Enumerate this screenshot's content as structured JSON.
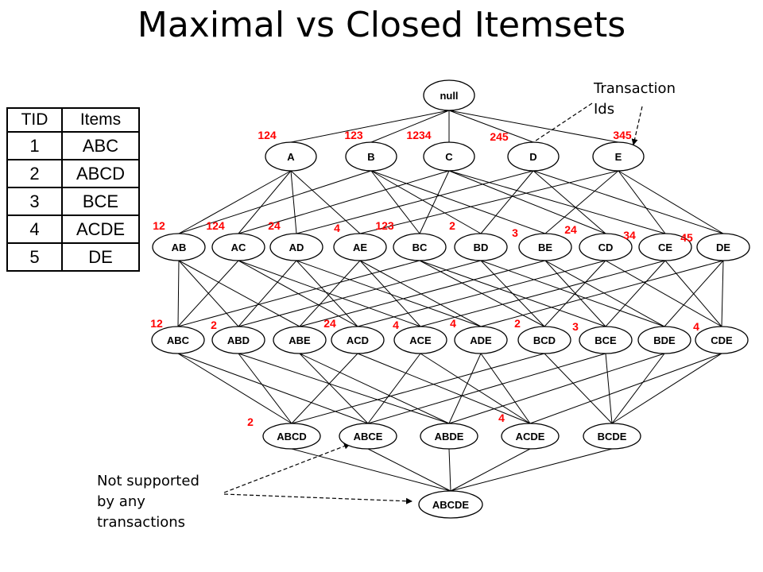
{
  "title": "Maximal vs Closed Itemsets",
  "table": {
    "headers": [
      "TID",
      "Items"
    ],
    "rows": [
      {
        "tid": "1",
        "items": "ABC"
      },
      {
        "tid": "2",
        "items": "ABCD"
      },
      {
        "tid": "3",
        "items": "BCE"
      },
      {
        "tid": "4",
        "items": "ACDE"
      },
      {
        "tid": "5",
        "items": "DE"
      }
    ]
  },
  "annotations": {
    "transaction_ids": "Transaction Ids",
    "not_supported": "Not supported by any transactions"
  },
  "colors": {
    "tid_label": "#ff0000",
    "node_stroke": "#000000",
    "node_fill": "#ffffff"
  },
  "lattice": {
    "levels": [
      [
        {
          "id": "null",
          "tids": ""
        }
      ],
      [
        {
          "id": "A",
          "tids": "124"
        },
        {
          "id": "B",
          "tids": "123"
        },
        {
          "id": "C",
          "tids": "1234"
        },
        {
          "id": "D",
          "tids": "245"
        },
        {
          "id": "E",
          "tids": "345"
        }
      ],
      [
        {
          "id": "AB",
          "tids": "12"
        },
        {
          "id": "AC",
          "tids": "124"
        },
        {
          "id": "AD",
          "tids": "24"
        },
        {
          "id": "AE",
          "tids": "4"
        },
        {
          "id": "BC",
          "tids": "123"
        },
        {
          "id": "BD",
          "tids": "2"
        },
        {
          "id": "BE",
          "tids": "3"
        },
        {
          "id": "CD",
          "tids": "24"
        },
        {
          "id": "CE",
          "tids": "34"
        },
        {
          "id": "DE",
          "tids": "45"
        }
      ],
      [
        {
          "id": "ABC",
          "tids": "12"
        },
        {
          "id": "ABD",
          "tids": "2"
        },
        {
          "id": "ABE",
          "tids": ""
        },
        {
          "id": "ACD",
          "tids": "24"
        },
        {
          "id": "ACE",
          "tids": "4"
        },
        {
          "id": "ADE",
          "tids": "4"
        },
        {
          "id": "BCD",
          "tids": "2"
        },
        {
          "id": "BCE",
          "tids": "3"
        },
        {
          "id": "BDE",
          "tids": ""
        },
        {
          "id": "CDE",
          "tids": "4"
        }
      ],
      [
        {
          "id": "ABCD",
          "tids": "2"
        },
        {
          "id": "ABCE",
          "tids": ""
        },
        {
          "id": "ABDE",
          "tids": ""
        },
        {
          "id": "ACDE",
          "tids": "4"
        },
        {
          "id": "BCDE",
          "tids": ""
        }
      ],
      [
        {
          "id": "ABCDE",
          "tids": ""
        }
      ]
    ]
  }
}
